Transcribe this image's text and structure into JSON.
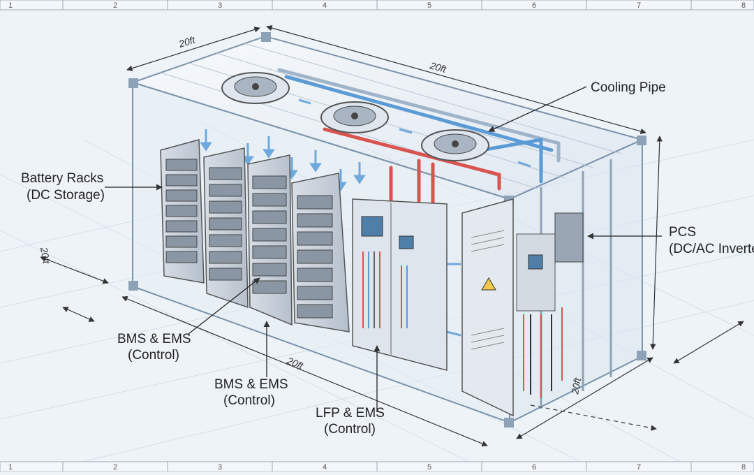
{
  "ruler": {
    "numbers": [
      "1",
      "2",
      "3",
      "4",
      "5",
      "6",
      "7",
      "8"
    ]
  },
  "dimensions": {
    "top_width": "20ft",
    "top_length": "20ft",
    "bottom_length": "20ft",
    "side_height": "20ft",
    "left_small": "20ft"
  },
  "labels": {
    "cooling_pipe": "Cooling Pipe",
    "battery_racks_line1": "Battery Racks",
    "battery_racks_line2": "(DC Storage)",
    "pcs_line1": "PCS",
    "pcs_line2": "(DC/AC Inverte",
    "bms1_line1": "BMS & EMS",
    "bms1_line2": "(Control)",
    "bms2_line1": "BMS & EMS",
    "bms2_line2": "(Control)",
    "lfp_line1": "LFP &  EMS",
    "lfp_line2": "(Control)"
  },
  "colors": {
    "background": "#eef3f8",
    "grid": "#c9d6e4",
    "frame": "#6e8aa6",
    "hot_pipe": "#d9534f",
    "cold_pipe": "#5b9bd5",
    "airflow": "#6fa8dc"
  }
}
